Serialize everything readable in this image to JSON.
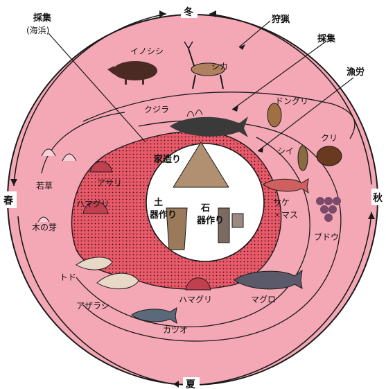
{
  "seasons": {
    "winter": "冬",
    "spring": "春",
    "summer": "夏",
    "autumn": "秋"
  },
  "activities": {
    "hunting": "狩猟",
    "gathering": "採集",
    "fishing": "漁労",
    "shore_gathering_1": "採集",
    "shore_gathering_2": "(海浜)"
  },
  "center": {
    "house": "家造り",
    "pottery_1": "土",
    "pottery_2": "器作り",
    "stone_1": "石",
    "stone_2": "器作り"
  },
  "items": {
    "boar": "イノシシ",
    "deer": "シカ",
    "whale": "クジラ",
    "acorn": "ドングリ",
    "chestnut": "クリ",
    "shii": "シイ",
    "grape": "ブドウ",
    "salmon_1": "サケ",
    "salmon_2": "・マス",
    "tuna": "マグロ",
    "clam": "ハマグリ",
    "clam_inner": "ハマグリ",
    "asari": "アサリ",
    "bonito": "カツオ",
    "seal": "アザラシ",
    "sealion": "トド",
    "young_grass": "若草",
    "buds": "木の芽"
  },
  "colors": {
    "outer_ring": "#f4a7b4",
    "band": "#e85a6a",
    "dots": "#3a1014",
    "inner": "#ffffff",
    "line": "#1a1a1a"
  }
}
